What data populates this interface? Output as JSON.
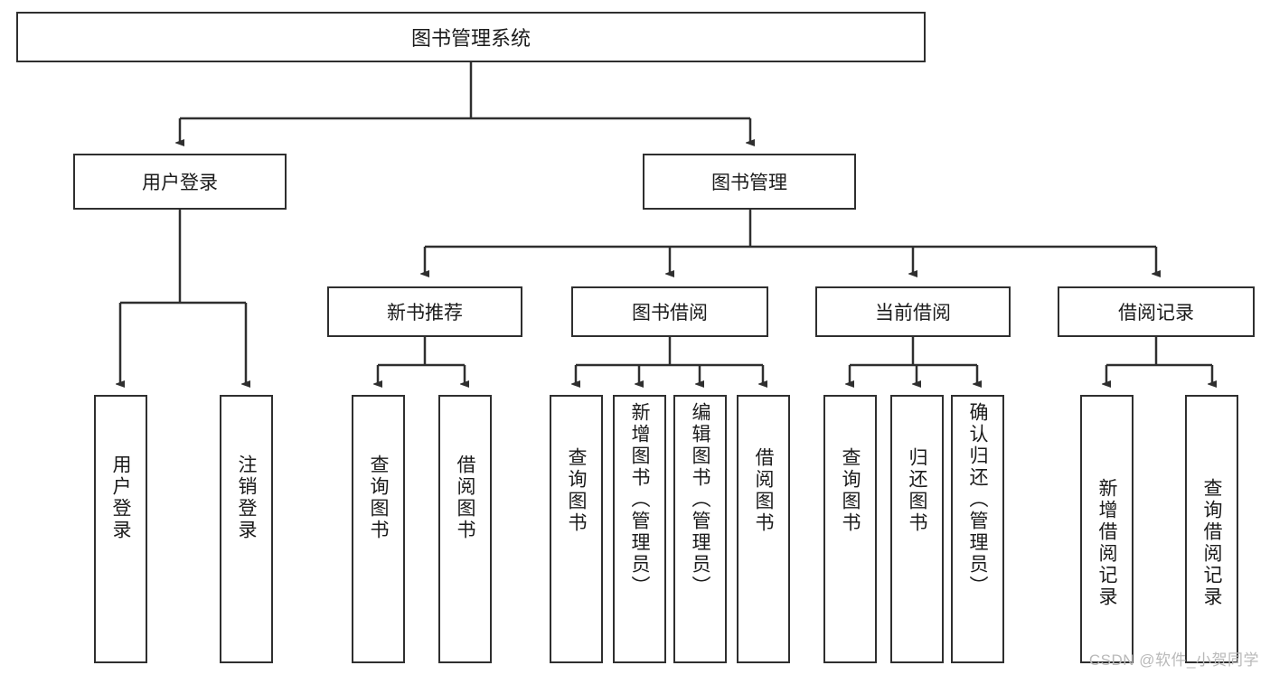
{
  "diagram": {
    "title": "图书管理系统",
    "type": "tree",
    "root": {
      "label": "图书管理系统"
    },
    "level2": [
      {
        "label": "用户登录"
      },
      {
        "label": "图书管理"
      }
    ],
    "level3": [
      {
        "label": "新书推荐"
      },
      {
        "label": "图书借阅"
      },
      {
        "label": "当前借阅"
      },
      {
        "label": "借阅记录"
      }
    ],
    "leaves": {
      "user_login": [
        {
          "label": "用户登录"
        },
        {
          "label": "注销登录"
        }
      ],
      "new_book_recommend": [
        {
          "label": "查询图书"
        },
        {
          "label": "借阅图书"
        }
      ],
      "book_borrow": [
        {
          "label": "查询图书"
        },
        {
          "label": "新增图书（管理员）"
        },
        {
          "label": "编辑图书（管理员）"
        },
        {
          "label": "借阅图书"
        }
      ],
      "current_borrow": [
        {
          "label": "查询图书"
        },
        {
          "label": "归还图书"
        },
        {
          "label": "确认归还（管理员）"
        }
      ],
      "borrow_record": [
        {
          "label": "新增借阅记录"
        },
        {
          "label": "查询借阅记录"
        }
      ]
    }
  },
  "watermark": {
    "text": "CSDN @软件_小贺同学"
  },
  "colors": {
    "stroke": "#2f2f2f",
    "background": "#ffffff",
    "text": "#1b1b1b",
    "watermark": "#b9b9b9"
  }
}
